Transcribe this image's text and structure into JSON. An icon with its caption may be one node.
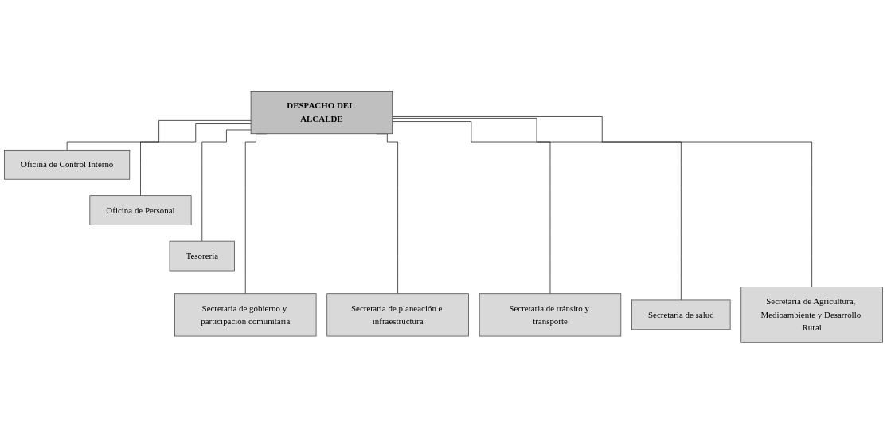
{
  "diagram": {
    "nodes": [
      {
        "text": [
          "DESPACHO DEL ALCALDE"
        ]
      },
      {
        "text": [
          "Oficina de Control Interno"
        ]
      },
      {
        "text": [
          "Oficina de Personal"
        ]
      },
      {
        "text": [
          "Tesoreria"
        ]
      },
      {
        "text": [
          "Secretaria de gobierno y participación comunitaria"
        ]
      },
      {
        "text": [
          "Secretaria de planeación e infraestructura"
        ]
      },
      {
        "text": [
          "Secretaria de tránsito y transporte"
        ]
      },
      {
        "text": [
          "Secretaria de salud"
        ]
      },
      {
        "text": [
          "Secretaria de Agricultura, Medioambiente y Desarrollo Rural"
        ]
      }
    ],
    "edges": [
      {
        "from": 0,
        "to": 1,
        "arrow": "none"
      },
      {
        "from": 0,
        "to": 2,
        "arrow": "none"
      },
      {
        "from": 0,
        "to": 3,
        "arrow": "none"
      },
      {
        "from": 0,
        "to": 4,
        "arrow": "none"
      },
      {
        "from": 0,
        "to": 5,
        "arrow": "none"
      },
      {
        "from": 0,
        "to": 6,
        "arrow": "none"
      },
      {
        "from": 0,
        "to": 7,
        "arrow": "none"
      },
      {
        "from": 0,
        "to": 8,
        "arrow": "none"
      }
    ]
  }
}
